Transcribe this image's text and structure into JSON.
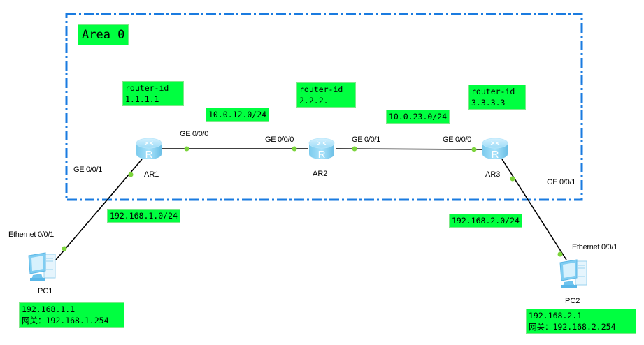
{
  "area": {
    "label": "Area 0",
    "border_color": "#1a7be0"
  },
  "colors": {
    "label_bg": "#00ff40",
    "link": "#000000",
    "port_dot": "#7cd43c",
    "router_body": "#8fd3f4"
  },
  "routers": [
    {
      "name": "AR1",
      "router_id_title": "router-id",
      "router_id": "1.1.1.1"
    },
    {
      "name": "AR2",
      "router_id_title": "router-id",
      "router_id": "2.2.2."
    },
    {
      "name": "AR3",
      "router_id_title": "router-id",
      "router_id": "3.3.3.3"
    }
  ],
  "pcs": [
    {
      "name": "PC1",
      "ip": "192.168.1.1",
      "gateway": "网关：192.168.1.254",
      "port": "Ethernet 0/0/1"
    },
    {
      "name": "PC2",
      "ip": "192.168.2.1",
      "gateway": "网关：192.168.2.254",
      "port": "Ethernet 0/0/1"
    }
  ],
  "networks": {
    "ar1_ar2": "10.0.12.0/24",
    "ar2_ar3": "10.0.23.0/24",
    "ar1_pc1": "192.168.1.0/24",
    "ar3_pc2": "192.168.2.0/24"
  },
  "ports": {
    "ar1_ge000": "GE 0/0/0",
    "ar1_ge001": "GE 0/0/1",
    "ar2_ge000": "GE 0/0/0",
    "ar2_ge001": "GE 0/0/1",
    "ar3_ge000": "GE 0/0/0",
    "ar3_ge001": "GE 0/0/1"
  }
}
